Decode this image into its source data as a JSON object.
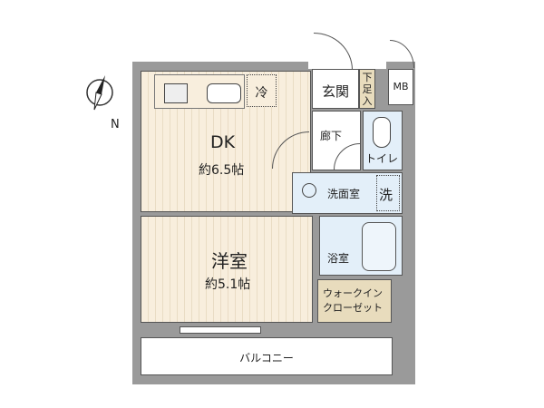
{
  "compass": {
    "label": "N"
  },
  "rooms": {
    "dk": {
      "name": "DK",
      "size": "約6.5帖"
    },
    "fridge": {
      "name": "冷"
    },
    "entrance": {
      "name": "玄関"
    },
    "shoe": {
      "name": "下足入"
    },
    "mb": {
      "name": "MB"
    },
    "hall": {
      "name": "廊下"
    },
    "toilet": {
      "name": "トイレ"
    },
    "wash": {
      "name": "洗面室"
    },
    "washer": {
      "name": "洗"
    },
    "western": {
      "name": "洋室",
      "size": "約5.1帖"
    },
    "bath": {
      "name": "浴室"
    },
    "wic": {
      "name": "ウォークイン\nクローゼット",
      "line1": "ウォークイン",
      "line2": "クローゼット"
    },
    "balcony": {
      "name": "バルコニー"
    }
  }
}
